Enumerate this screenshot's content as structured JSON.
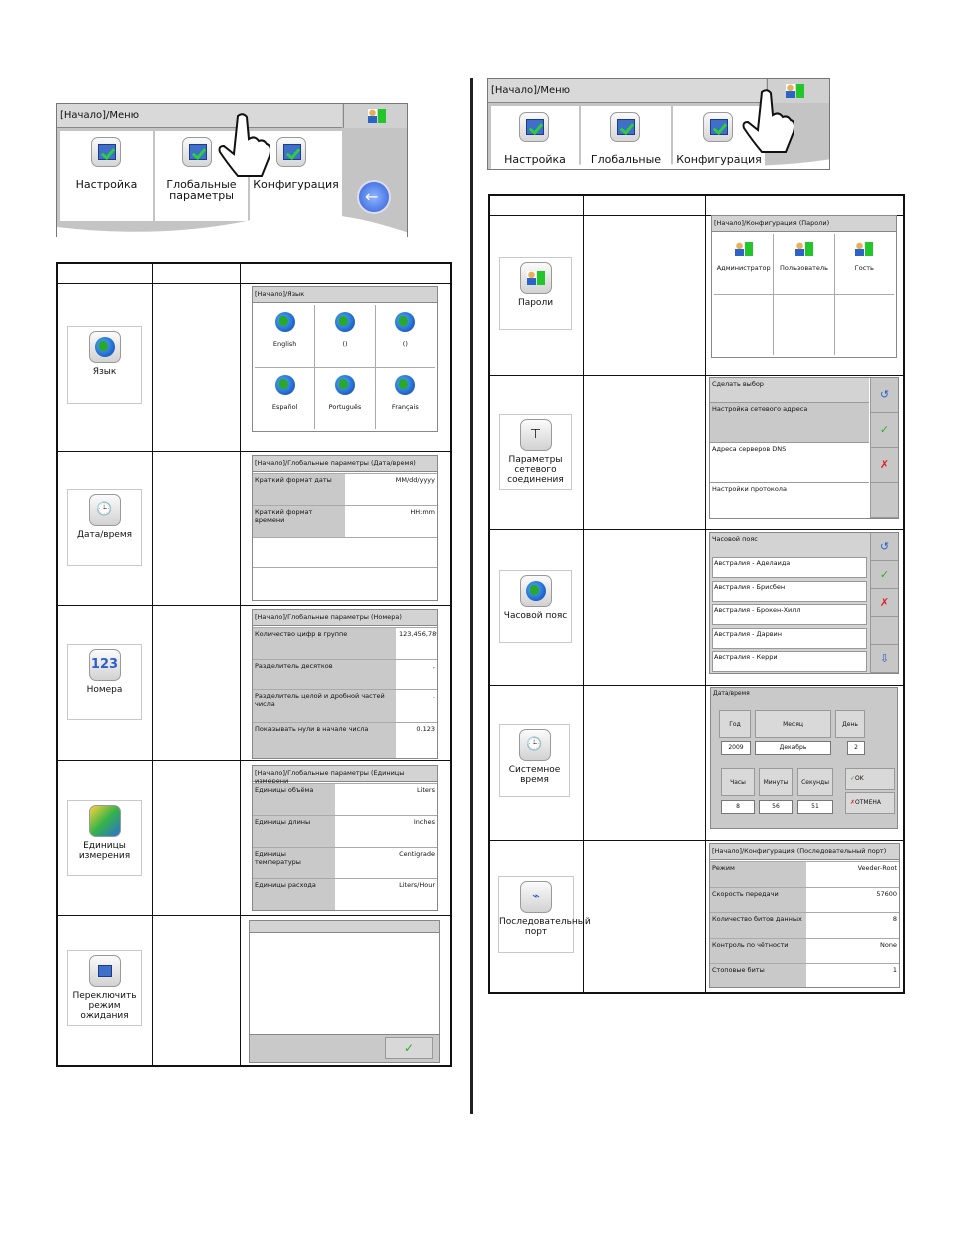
{
  "top_left": {
    "breadcrumb": "[Начало]/Меню",
    "tiles": [
      "Настройка",
      "Глобальные параметры",
      "Конфигурация"
    ]
  },
  "top_right": {
    "breadcrumb": "[Начало]/Меню",
    "tiles": [
      "Настройка",
      "Глобальные параметры",
      "Конфигурация"
    ]
  },
  "left_table": {
    "rows": [
      {
        "card": "Язык",
        "screen": {
          "title": "[Начало]/Язык",
          "languages": [
            "English",
            "()",
            "()",
            "Español",
            "Português",
            "Français"
          ]
        }
      },
      {
        "card": "Дата/время",
        "screen": {
          "title": "[Начало]/Глобальные параметры (Дата/время)",
          "fields": [
            {
              "label": "Краткий формат даты",
              "value": "MM/dd/yyyy"
            },
            {
              "label": "Краткий формат времени",
              "value": "HH:mm"
            }
          ]
        }
      },
      {
        "card_icon_text": "123",
        "card": "Номера",
        "screen": {
          "title": "[Начало]/Глобальные параметры (Номера)",
          "fields": [
            {
              "label": "Количество цифр в группе",
              "value": "123,456,789"
            },
            {
              "label": "Разделитель десятков",
              "value": ","
            },
            {
              "label": "Разделитель целой и дробной частей числа",
              "value": "."
            },
            {
              "label": "Показывать нули в начале числа",
              "value": "0.123"
            }
          ]
        }
      },
      {
        "card": "Единицы измерения",
        "screen": {
          "title": "[Начало]/Глобальные параметры (Единицы измерени",
          "fields": [
            {
              "label": "Единицы объёма",
              "value": "Liters"
            },
            {
              "label": "Единицы длины",
              "value": "Inches"
            },
            {
              "label": "Единицы температуры",
              "value": "Centigrade"
            },
            {
              "label": "Единицы расхода",
              "value": "Liters/Hour"
            }
          ]
        }
      },
      {
        "card": "Переключить режим ожидания",
        "screen": {
          "ok": "✓"
        }
      }
    ]
  },
  "right_table": {
    "rows": [
      {
        "card": "Пароли",
        "screen": {
          "title": "[Начало]/Конфигурация (Пароли)",
          "users": [
            "Администратор",
            "Пользователь",
            "Гость"
          ]
        }
      },
      {
        "card": "Параметры сетевого соединения",
        "screen": {
          "title": "Сделать выбор",
          "items": [
            "Настройка сетевого адреса",
            "Адреса серверов DNS",
            "Настройки протокола"
          ]
        }
      },
      {
        "card": "Часовой пояс",
        "screen": {
          "title": "Часовой пояс",
          "items": [
            "Австралия - Аделаида",
            "Австралия - Брисбен",
            "Австралия - Брокен-Хилл",
            "Австралия - Дарвин",
            "Австралия - Керри"
          ]
        }
      },
      {
        "card": "Системное время",
        "screen": {
          "title": "Дата/время",
          "year_label": "Год",
          "month_label": "Месяц",
          "day_label": "День",
          "year": "2009",
          "month": "Декабрь",
          "day": "2",
          "hours_label": "Часы",
          "minutes_label": "Минуты",
          "seconds_label": "Секунды",
          "hours": "8",
          "minutes": "56",
          "seconds": "51",
          "ok": "OK",
          "cancel": "ОТМЕНА"
        }
      },
      {
        "card": "Последовательный порт",
        "screen": {
          "title": "[Начало]/Конфигурация (Последовательный порт)",
          "fields": [
            {
              "label": "Режим",
              "value": "Veeder-Root"
            },
            {
              "label": "Скорость передачи",
              "value": "57600"
            },
            {
              "label": "Количество битов данных",
              "value": "8"
            },
            {
              "label": "Контроль по чётности",
              "value": "None"
            },
            {
              "label": "Стоповые биты",
              "value": "1"
            }
          ]
        }
      }
    ]
  }
}
